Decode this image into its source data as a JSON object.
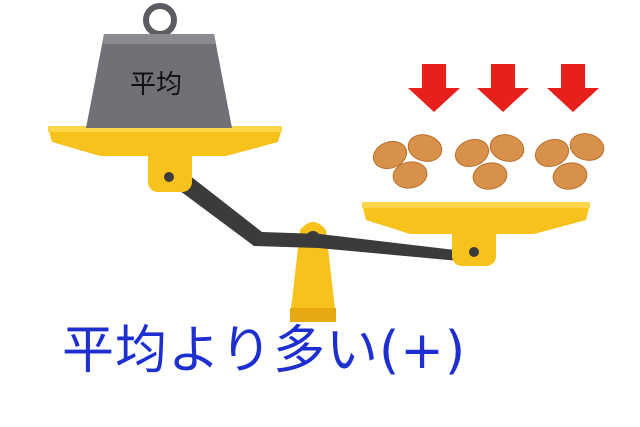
{
  "weight": {
    "label": "平均",
    "icon": "weight-icon"
  },
  "caption": {
    "text": "平均より多い(+)"
  },
  "arrows": {
    "count": 3,
    "icon": "down-arrow-icon",
    "color": "#e8201c"
  },
  "eggs": {
    "groups": 3,
    "icon": "egg-icon"
  },
  "colors": {
    "pan": "#f7c21b",
    "beam": "#3b3b3b",
    "weight": "#6f7176",
    "caption": "#1d2fd0"
  }
}
